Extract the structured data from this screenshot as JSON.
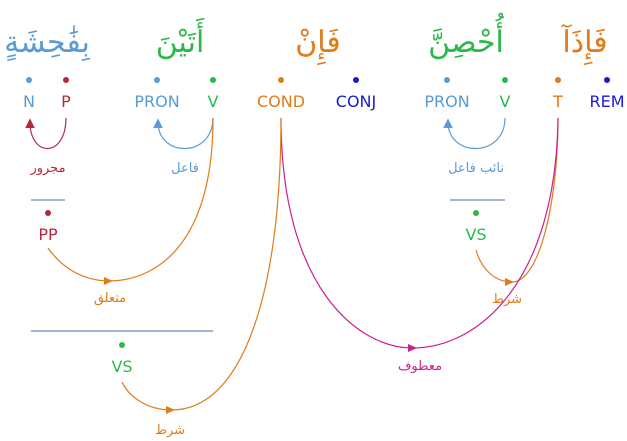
{
  "colors": {
    "green": "#2ab84a",
    "blue_light": "#5b9bd5",
    "blue_dark": "#1a1ad0",
    "orange": "#e07b1a",
    "red": "#b52a3a",
    "magenta": "#cc1f8f",
    "gray": "#4a6fa5"
  },
  "words": [
    {
      "id": "w5",
      "text": "بِفَٰحِشَةٍ",
      "color": "#5b9bd5"
    },
    {
      "id": "w4",
      "text": "أَتَيْنَ",
      "color": "#5b9bd5"
    },
    {
      "id": "w3",
      "text": "فَإِنْ",
      "color": "#e07b1a"
    },
    {
      "id": "w2",
      "text": "أُحْصِنَّ",
      "color": "#5b9bd5"
    },
    {
      "id": "w1",
      "text": "فَإِذَآ",
      "color": "#e07b1a"
    }
  ],
  "tags": [
    {
      "id": "N",
      "label": "N",
      "color": "#5b9bd5"
    },
    {
      "id": "P",
      "label": "P",
      "color": "#b52a3a"
    },
    {
      "id": "PRON2",
      "label": "PRON",
      "color": "#5b9bd5"
    },
    {
      "id": "V2",
      "label": "V",
      "color": "#2ab84a"
    },
    {
      "id": "COND",
      "label": "COND",
      "color": "#e07b1a"
    },
    {
      "id": "CONJ",
      "label": "CONJ",
      "color": "#1a1ad0"
    },
    {
      "id": "PRON1",
      "label": "PRON",
      "color": "#5b9bd5"
    },
    {
      "id": "V1",
      "label": "V",
      "color": "#2ab84a"
    },
    {
      "id": "T",
      "label": "T",
      "color": "#e07b1a"
    },
    {
      "id": "REM",
      "label": "REM",
      "color": "#1a1ad0"
    }
  ],
  "phrase_nodes": [
    {
      "id": "PP",
      "label": "PP",
      "color": "#b52a3a"
    },
    {
      "id": "VS1",
      "label": "VS",
      "color": "#2ab84a"
    },
    {
      "id": "VS2",
      "label": "VS",
      "color": "#2ab84a"
    }
  ],
  "relations": [
    {
      "id": "majrur",
      "label": "مجرور",
      "color": "#b52a3a"
    },
    {
      "id": "fail",
      "label": "فاعل",
      "color": "#5b9bd5"
    },
    {
      "id": "naib_fail",
      "label": "نائب فاعل",
      "color": "#5b9bd5"
    },
    {
      "id": "mutaalliq",
      "label": "متعلق",
      "color": "#e07b1a"
    },
    {
      "id": "shart1",
      "label": "شرط",
      "color": "#e07b1a"
    },
    {
      "id": "matuf",
      "label": "معطوف",
      "color": "#cc1f8f"
    },
    {
      "id": "shart2",
      "label": "شرط",
      "color": "#e07b1a"
    }
  ]
}
